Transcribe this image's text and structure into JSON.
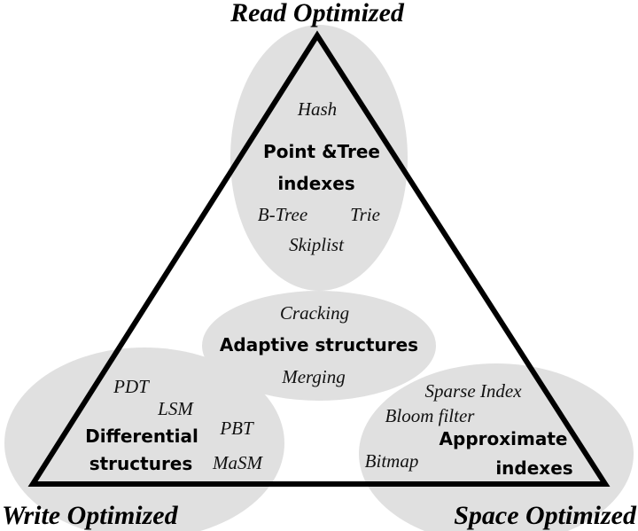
{
  "corners": {
    "top": "Read Optimized",
    "bottom_left": "Write Optimized",
    "bottom_right": "Space Optimized"
  },
  "regions": {
    "read": {
      "category_lines": [
        "Point &Tree",
        "indexes"
      ],
      "examples": [
        "Hash",
        "B-Tree",
        "Trie",
        "Skiplist"
      ]
    },
    "adaptive": {
      "category_lines": [
        "Adaptive structures"
      ],
      "examples": [
        "Cracking",
        "Merging"
      ]
    },
    "write": {
      "category_lines": [
        "Differential",
        "structures"
      ],
      "examples": [
        "PDT",
        "LSM",
        "PBT",
        "MaSM"
      ]
    },
    "space": {
      "category_lines": [
        "Approximate",
        "indexes"
      ],
      "examples": [
        "Sparse Index",
        "Bloom filter",
        "Bitmap"
      ]
    }
  },
  "colors": {
    "region_fill": "#e0e0e0",
    "stroke": "#000000"
  }
}
